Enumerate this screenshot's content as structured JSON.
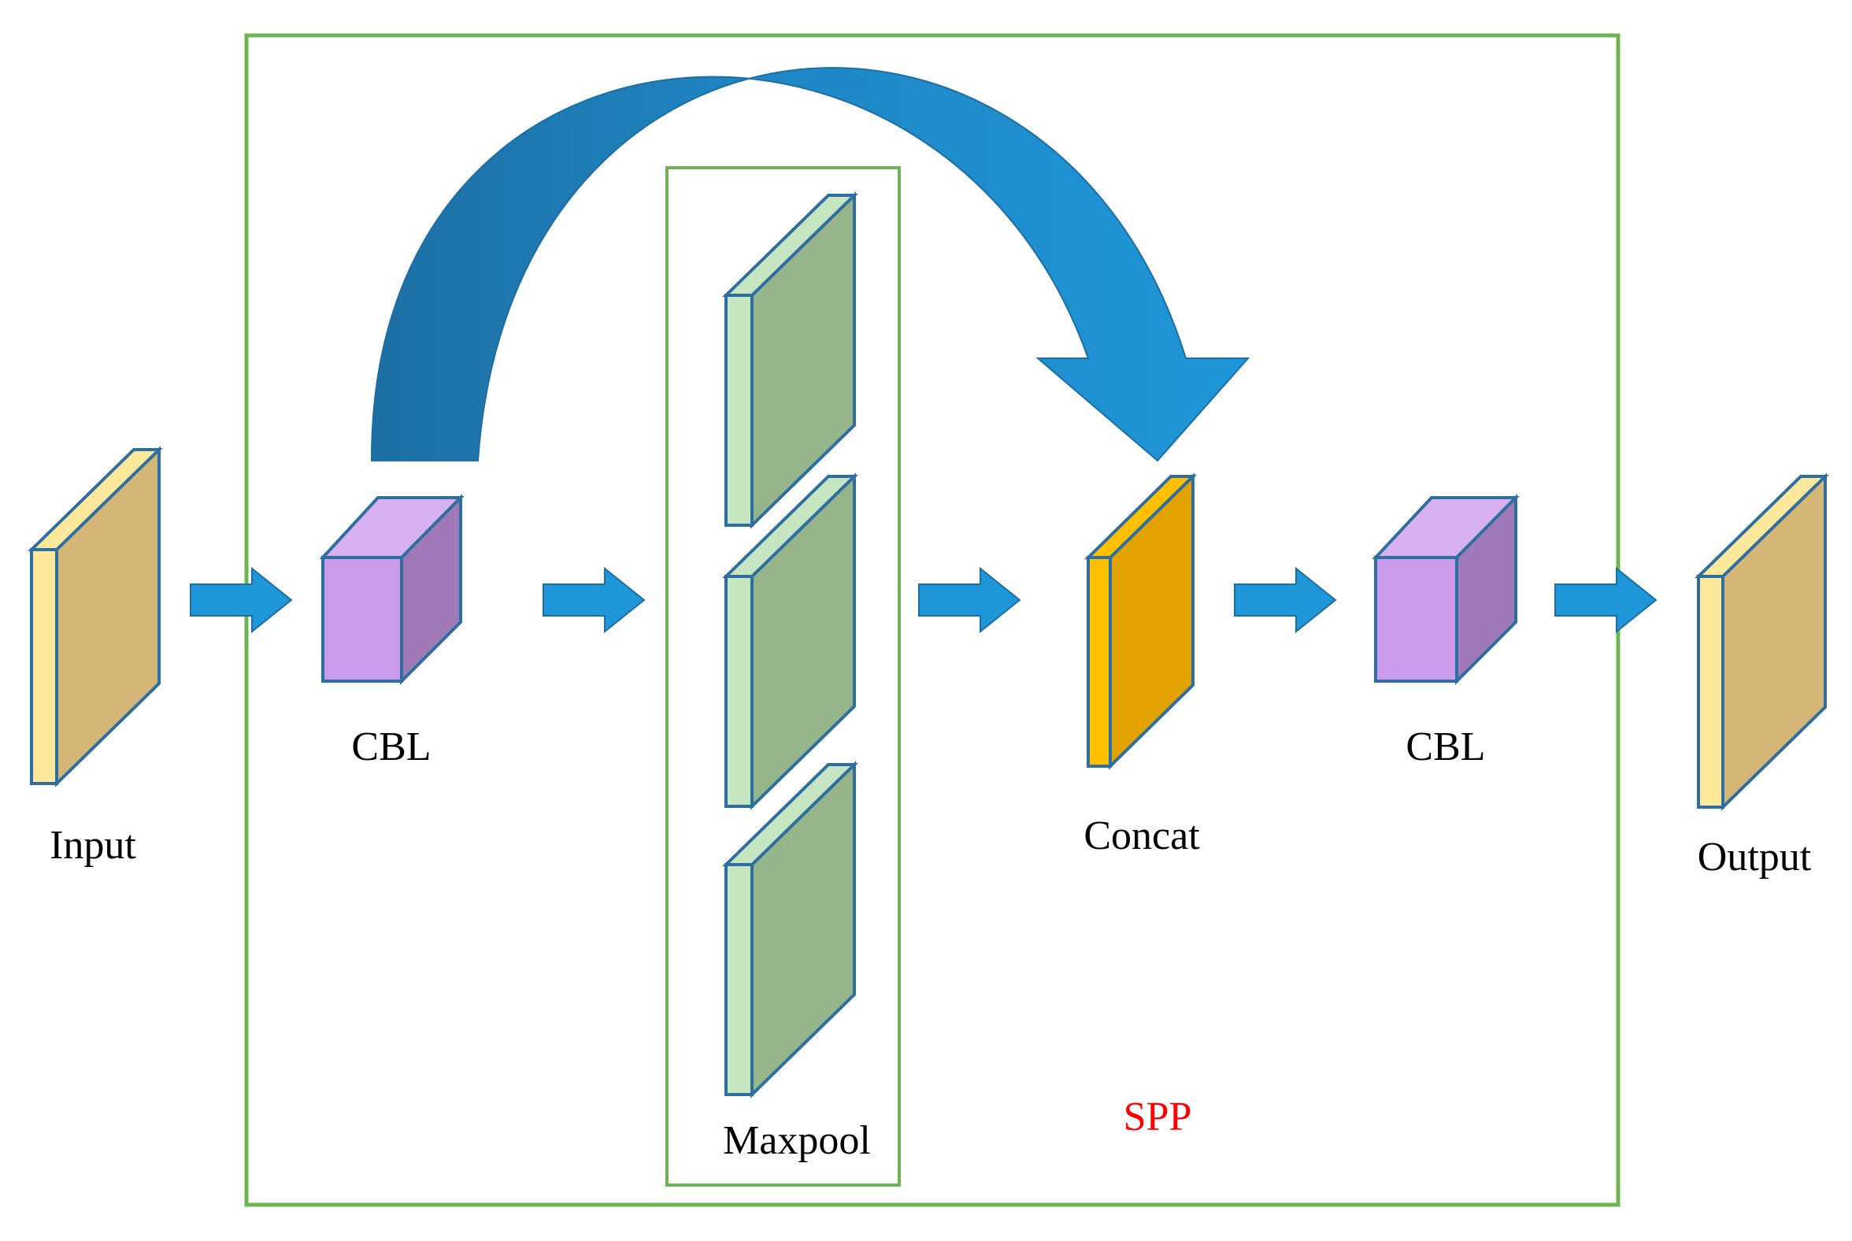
{
  "diagram": {
    "labels": {
      "input": "Input",
      "cbl_first": "CBL",
      "maxpool": "Maxpool",
      "concat": "Concat",
      "cbl_second": "CBL",
      "output": "Output",
      "spp": "SPP"
    },
    "colors": {
      "frame_green": "#6db552",
      "arrow_blue": "#1f96d8",
      "arrow_blue_dark": "#1d6fa3",
      "outline_blue": "#2f6ea0",
      "tan_face": "#d4b677",
      "tan_side": "#fde89c",
      "purple_front": "#c99bea",
      "purple_side": "#a07ab8",
      "purple_top": "#d8b2f0",
      "green_face": "#96b58a",
      "green_side": "#c5e6c0",
      "orange_face": "#e2a200",
      "orange_side": "#ffc000",
      "spp_label": "#ff0000"
    }
  }
}
